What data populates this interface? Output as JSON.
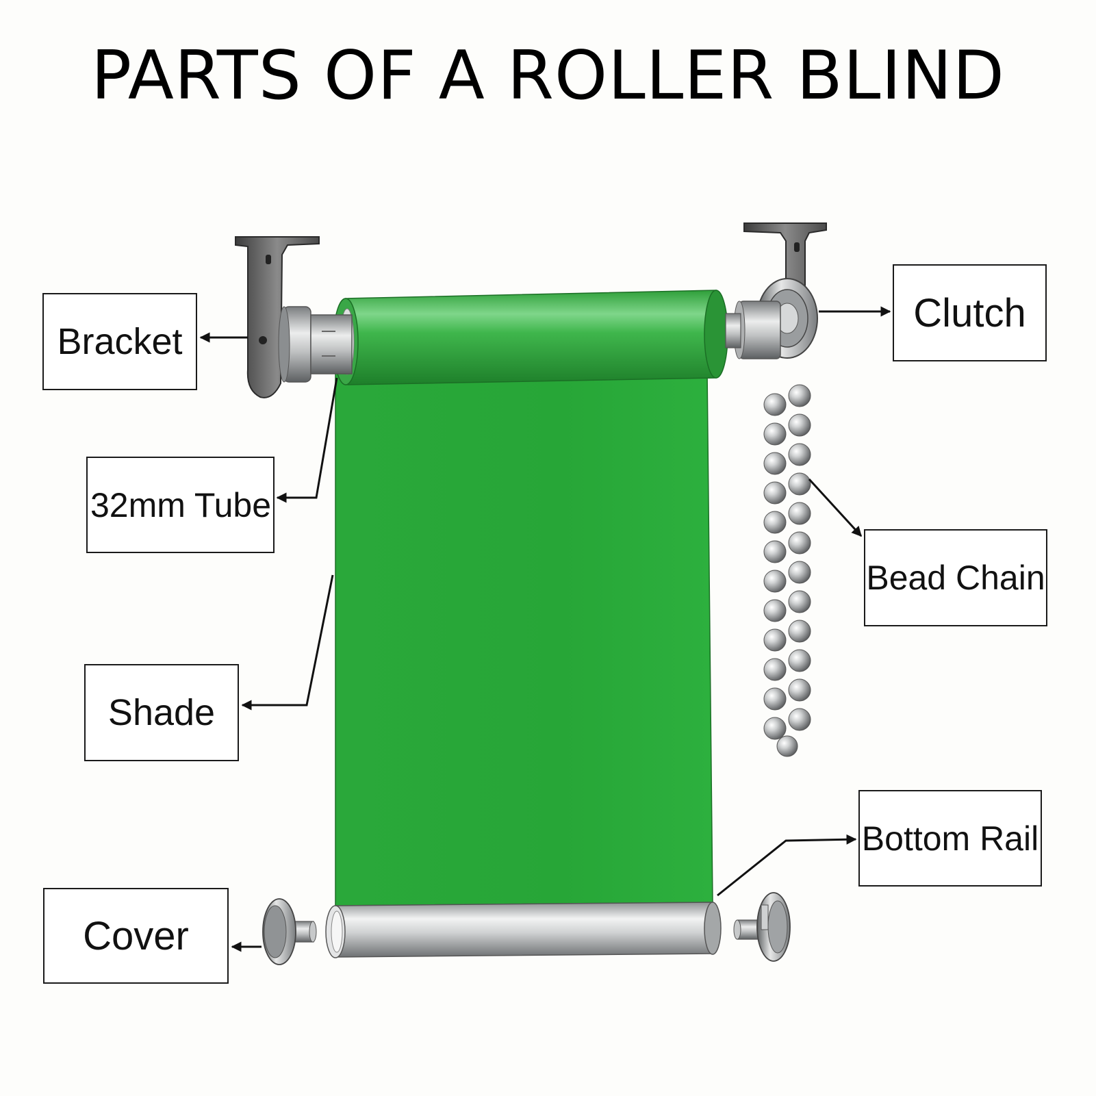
{
  "title": "PARTS OF A ROLLER BLIND",
  "labels": {
    "bracket": "Bracket",
    "tube": "32mm Tube",
    "shade": "Shade",
    "cover": "Cover",
    "clutch": "Clutch",
    "bead_chain": "Bead Chain",
    "bottom_rail": "Bottom Rail"
  },
  "colors": {
    "shade": "#2aa63a",
    "shade_dark": "#1f8a2c",
    "metal": "#c9cbcc",
    "bracket": "#5f5f5f",
    "line": "#111111"
  }
}
